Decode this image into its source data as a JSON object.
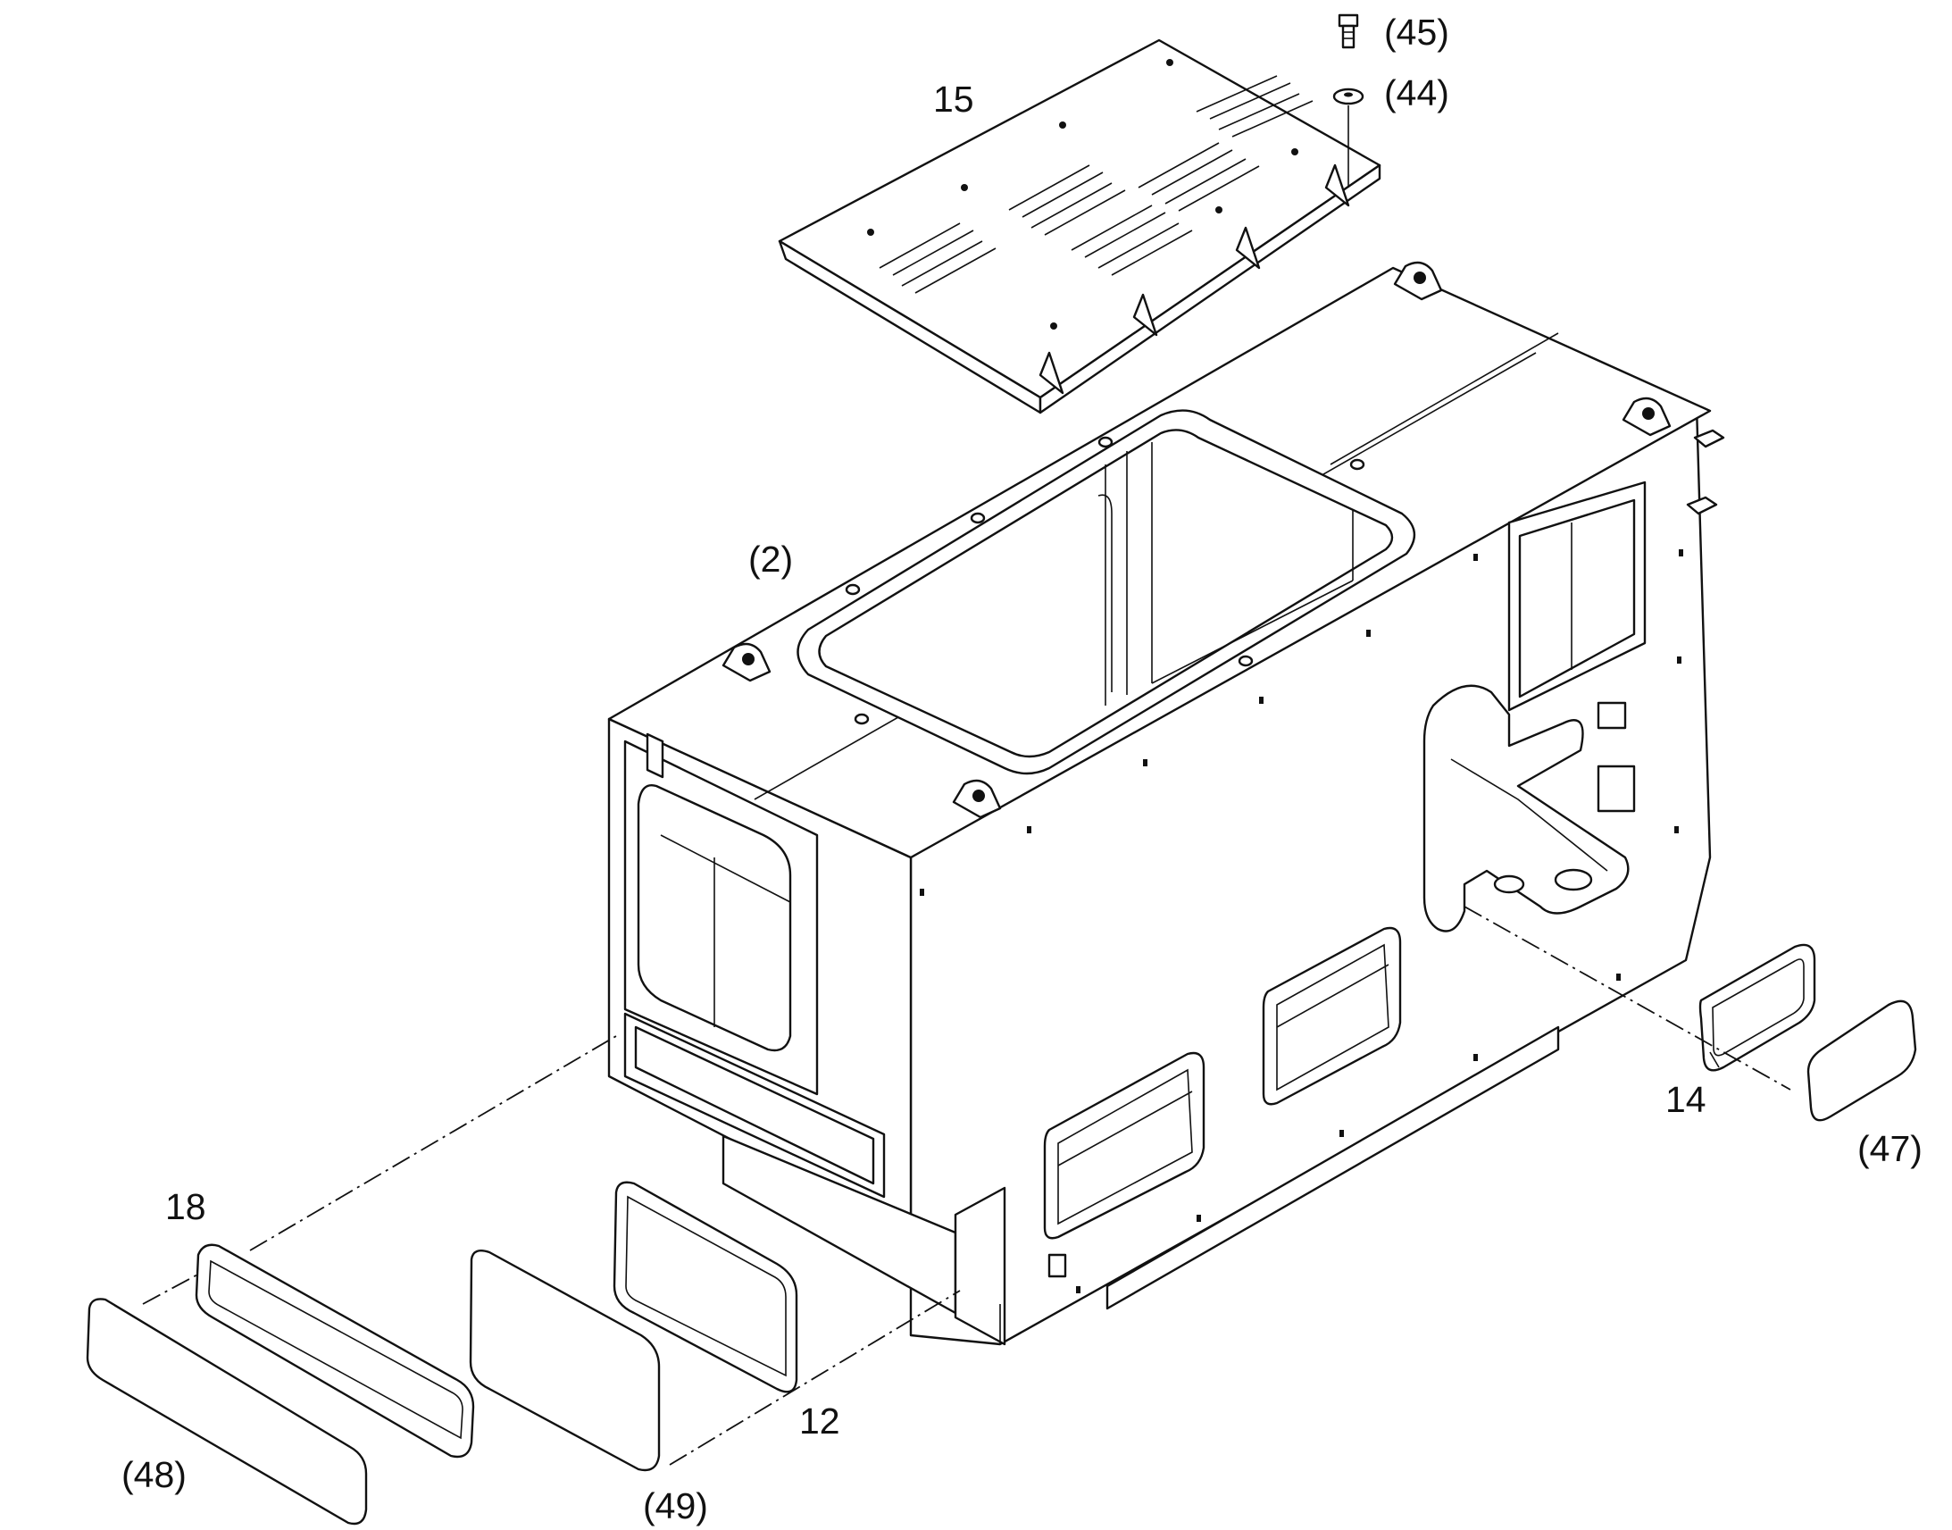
{
  "callouts": {
    "c45": "(45)",
    "c44": "(44)",
    "c15": "15",
    "c2": "(2)",
    "c14": "14",
    "c47": "(47)",
    "c18": "18",
    "c48": "(48)",
    "c49": "(49)",
    "c12": "12"
  },
  "colors": {
    "line": "#111111",
    "background": "#ffffff"
  }
}
